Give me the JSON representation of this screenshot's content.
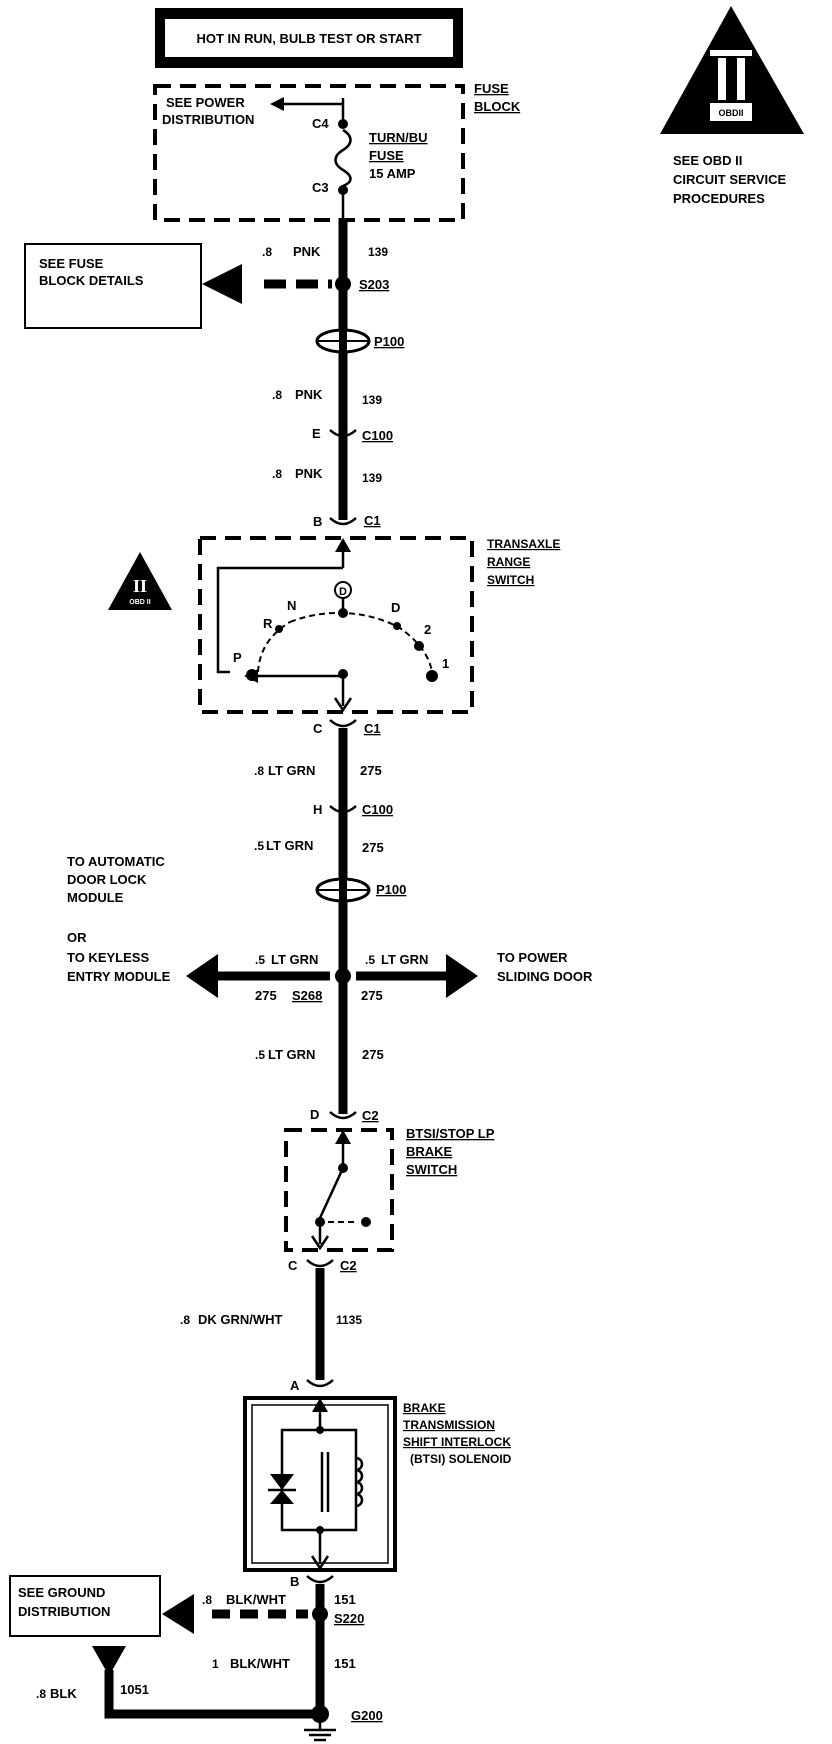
{
  "header": {
    "title": "HOT IN RUN, BULB TEST OR START"
  },
  "obd_notice": {
    "symbol": "II",
    "sub": "OBDII",
    "lines": [
      "SEE OBD II",
      "CIRCUIT SERVICE",
      "PROCEDURES"
    ]
  },
  "fuse_block": {
    "title": [
      "FUSE",
      "BLOCK"
    ],
    "see_power": [
      "SEE POWER",
      "DISTRIBUTION"
    ],
    "c4": "C4",
    "c3": "C3",
    "fuse_lines": [
      "TURN/BU",
      "FUSE",
      "15 AMP"
    ]
  },
  "fuse_details": {
    "lines": [
      "SEE FUSE",
      "BLOCK DETAILS"
    ]
  },
  "wires": {
    "w1": {
      "gauge": ".8",
      "color": "PNK",
      "circuit": "139"
    },
    "w2": {
      "gauge": ".8",
      "color": "PNK",
      "circuit": "139"
    },
    "w3": {
      "gauge": ".8",
      "color": "PNK",
      "circuit": "139"
    },
    "w4": {
      "gauge": ".8",
      "color": "LT GRN",
      "circuit": "275"
    },
    "w5": {
      "gauge": ".5",
      "color": "LT GRN",
      "circuit": "275"
    },
    "w6l": {
      "gauge": ".5",
      "color": "LT GRN",
      "circuit": "275"
    },
    "w6r": {
      "gauge": ".5",
      "color": "LT GRN",
      "circuit": "275"
    },
    "w7": {
      "gauge": ".5",
      "color": "LT GRN",
      "circuit": "275"
    },
    "w8": {
      "gauge": ".8",
      "color": "DK GRN/WHT",
      "circuit": "1135"
    },
    "w9": {
      "gauge": ".8",
      "color": "BLK/WHT",
      "circuit": "151"
    },
    "w10": {
      "gauge": "1",
      "color": "BLK/WHT",
      "circuit": "151"
    },
    "w11": {
      "gauge": ".8",
      "color": "BLK",
      "circuit": "1051"
    }
  },
  "splices": {
    "s203": "S203",
    "s268": "S268",
    "s220": "S220"
  },
  "connectors": {
    "p100a": "P100",
    "p100b": "P100",
    "c100a": {
      "pin": "E",
      "name": "C100"
    },
    "c100b": {
      "pin": "H",
      "name": "C100"
    },
    "c1top": {
      "pin": "B",
      "name": "C1"
    },
    "c1bot": {
      "pin": "C",
      "name": "C1"
    },
    "c2top": {
      "pin": "D",
      "name": "C2"
    },
    "c2bot": {
      "pin": "C",
      "name": "C2"
    },
    "btsi_top": {
      "pin": "A"
    },
    "btsi_bot": {
      "pin": "B"
    }
  },
  "transaxle": {
    "title": [
      "TRANSAXLE",
      "RANGE",
      "SWITCH"
    ],
    "positions": {
      "p": "P",
      "r": "R",
      "n": "N",
      "od": "D",
      "d": "D",
      "two": "2",
      "one": "1"
    },
    "obd_symbol": "II",
    "obd_sub": "OBD II"
  },
  "door_lock": {
    "lines": [
      "TO AUTOMATIC",
      "DOOR LOCK",
      "MODULE"
    ],
    "or": "OR",
    "keyless": [
      "TO KEYLESS",
      "ENTRY MODULE"
    ]
  },
  "power_door": {
    "lines": [
      "TO POWER",
      "SLIDING DOOR"
    ]
  },
  "brake_switch": {
    "title": [
      "BTSI/STOP LP",
      "BRAKE",
      "SWITCH"
    ]
  },
  "btsi_solenoid": {
    "title": [
      "BRAKE",
      "TRANSMISSION",
      "SHIFT INTERLOCK",
      "(BTSI) SOLENOID"
    ]
  },
  "ground_dist": {
    "lines": [
      "SEE GROUND",
      "DISTRIBUTION"
    ]
  },
  "ground": {
    "name": "G200"
  }
}
